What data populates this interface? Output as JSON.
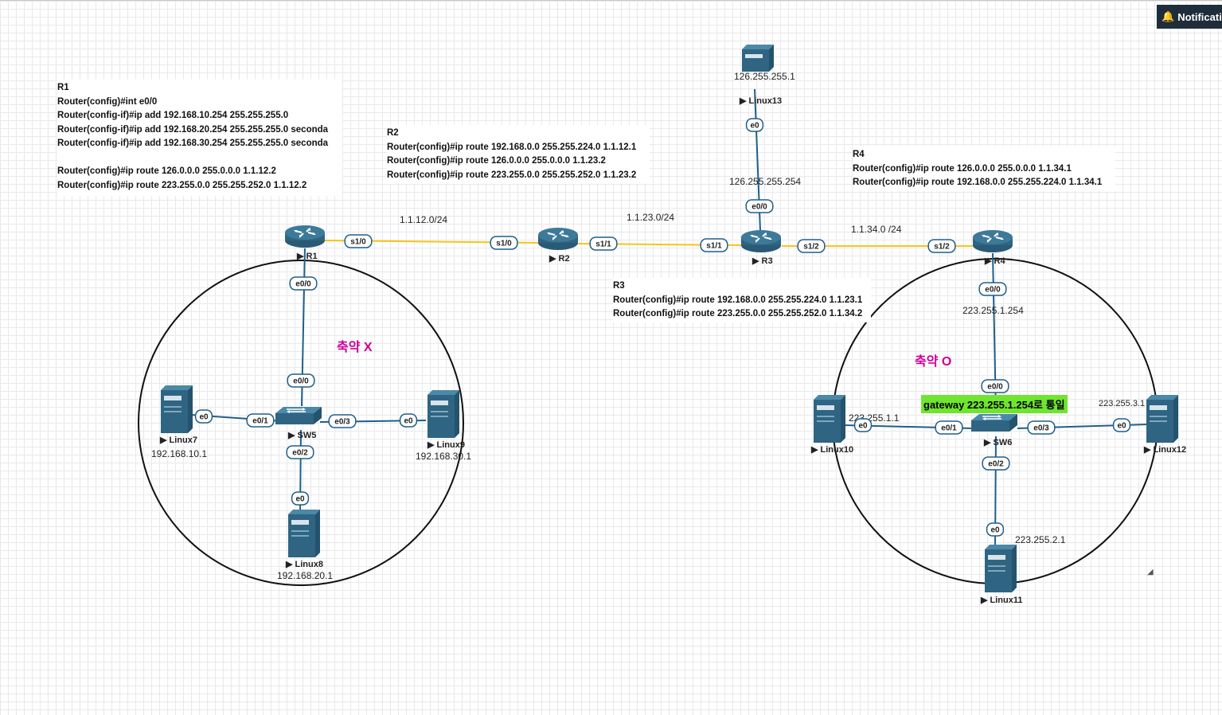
{
  "notification": {
    "label": "Notificati",
    "icon": "bell-icon"
  },
  "configs": {
    "r1": {
      "lines": [
        "R1",
        "Router(config)#int e0/0",
        "Router(config-if)#ip add 192.168.10.254 255.255.255.0",
        "Router(config-if)#ip add 192.168.20.254 255.255.255.0 seconda",
        "Router(config-if)#ip add 192.168.30.254 255.255.255.0 seconda",
        "",
        "Router(config)#ip route 126.0.0.0 255.0.0.0 1.1.12.2",
        "Router(config)#ip route 223.255.0.0 255.255.252.0 1.1.12.2"
      ]
    },
    "r2": {
      "lines": [
        "R2",
        "Router(config)#ip route 192.168.0.0 255.255.224.0 1.1.12.1",
        "Router(config)#ip route 126.0.0.0 255.0.0.0 1.1.23.2",
        "Router(config)#ip route 223.255.0.0 255.255.252.0 1.1.23.2"
      ]
    },
    "r3": {
      "lines": [
        "R3",
        "Router(config)#ip route 192.168.0.0 255.255.224.0 1.1.23.1",
        "Router(config)#ip route 223.255.0.0 255.255.252.0 1.1.34.2"
      ]
    },
    "r4": {
      "lines": [
        "R4",
        "Router(config)#ip route 126.0.0.0 255.0.0.0 1.1.34.1",
        "Router(config)#ip route 192.168.0.0 255.255.224.0 1.1.34.1"
      ]
    }
  },
  "zones": {
    "left": "축약 X",
    "right": "축약 O"
  },
  "gateway_note": "gateway 223.255.1.254로 통일",
  "nodes": {
    "r1": "R1",
    "r2": "R2",
    "r3": "R3",
    "r4": "R4",
    "sw5": "SW5",
    "sw6": "SW6",
    "linux7": "Linux7",
    "linux8": "Linux8",
    "linux9": "Linux9",
    "linux10": "Linux10",
    "linux11": "Linux11",
    "linux12": "Linux12",
    "linux13": "Linux13"
  },
  "ips": {
    "linux7": "192.168.10.1",
    "linux8": "192.168.20.1",
    "linux9": "192.168.30.1",
    "linux13": "126.255.255.1",
    "r3_e00": "126.255.255.254",
    "r4_e00": "223.255.1.254",
    "linux10": "223.255.1.1",
    "linux11": "223.255.2.1",
    "linux12": "223.255.3.1",
    "net12": "1.1.12.0/24",
    "net23": "1.1.23.0/24",
    "net34": "1.1.34.0 /24"
  },
  "ports": {
    "r1_s10": "s1/0",
    "r2_s10": "s1/0",
    "r2_s11": "s1/1",
    "r3_s11": "s1/1",
    "r3_s12": "s1/2",
    "r4_s12": "s1/2",
    "r1_e00": "e0/0",
    "sw5_e00": "e0/0",
    "sw5_e01": "e0/1",
    "sw5_e02": "e0/2",
    "sw5_e03": "e0/3",
    "l7_e0": "e0",
    "l8_e0": "e0",
    "l9_e0": "e0",
    "l13_e0": "e0",
    "r3_e00": "e0/0",
    "r4_e00": "e0/0",
    "sw6_e00": "e0/0",
    "sw6_e01": "e0/1",
    "sw6_e02": "e0/2",
    "sw6_e03": "e0/3",
    "l10_e0": "e0",
    "l11_e0": "e0",
    "l12_e0": "e0"
  },
  "colors": {
    "serial_link": "#f5c518",
    "ethernet_link": "#1f5f8b",
    "device": "#2f6482",
    "zone_text": "#cc0099",
    "gateway_bg": "#6fe52f"
  }
}
